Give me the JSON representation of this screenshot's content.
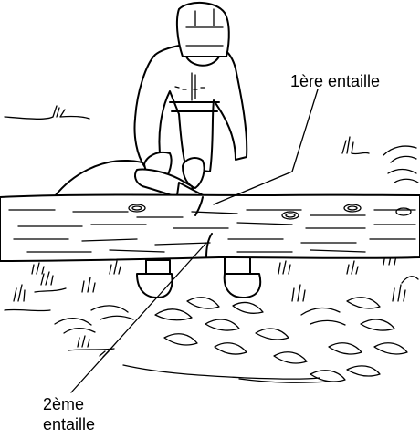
{
  "labels": {
    "first_cut": "1ère entaille",
    "second_cut_line1": "2ème",
    "second_cut_line2": "entaille"
  },
  "colors": {
    "line": "#000000",
    "background": "#ffffff"
  }
}
